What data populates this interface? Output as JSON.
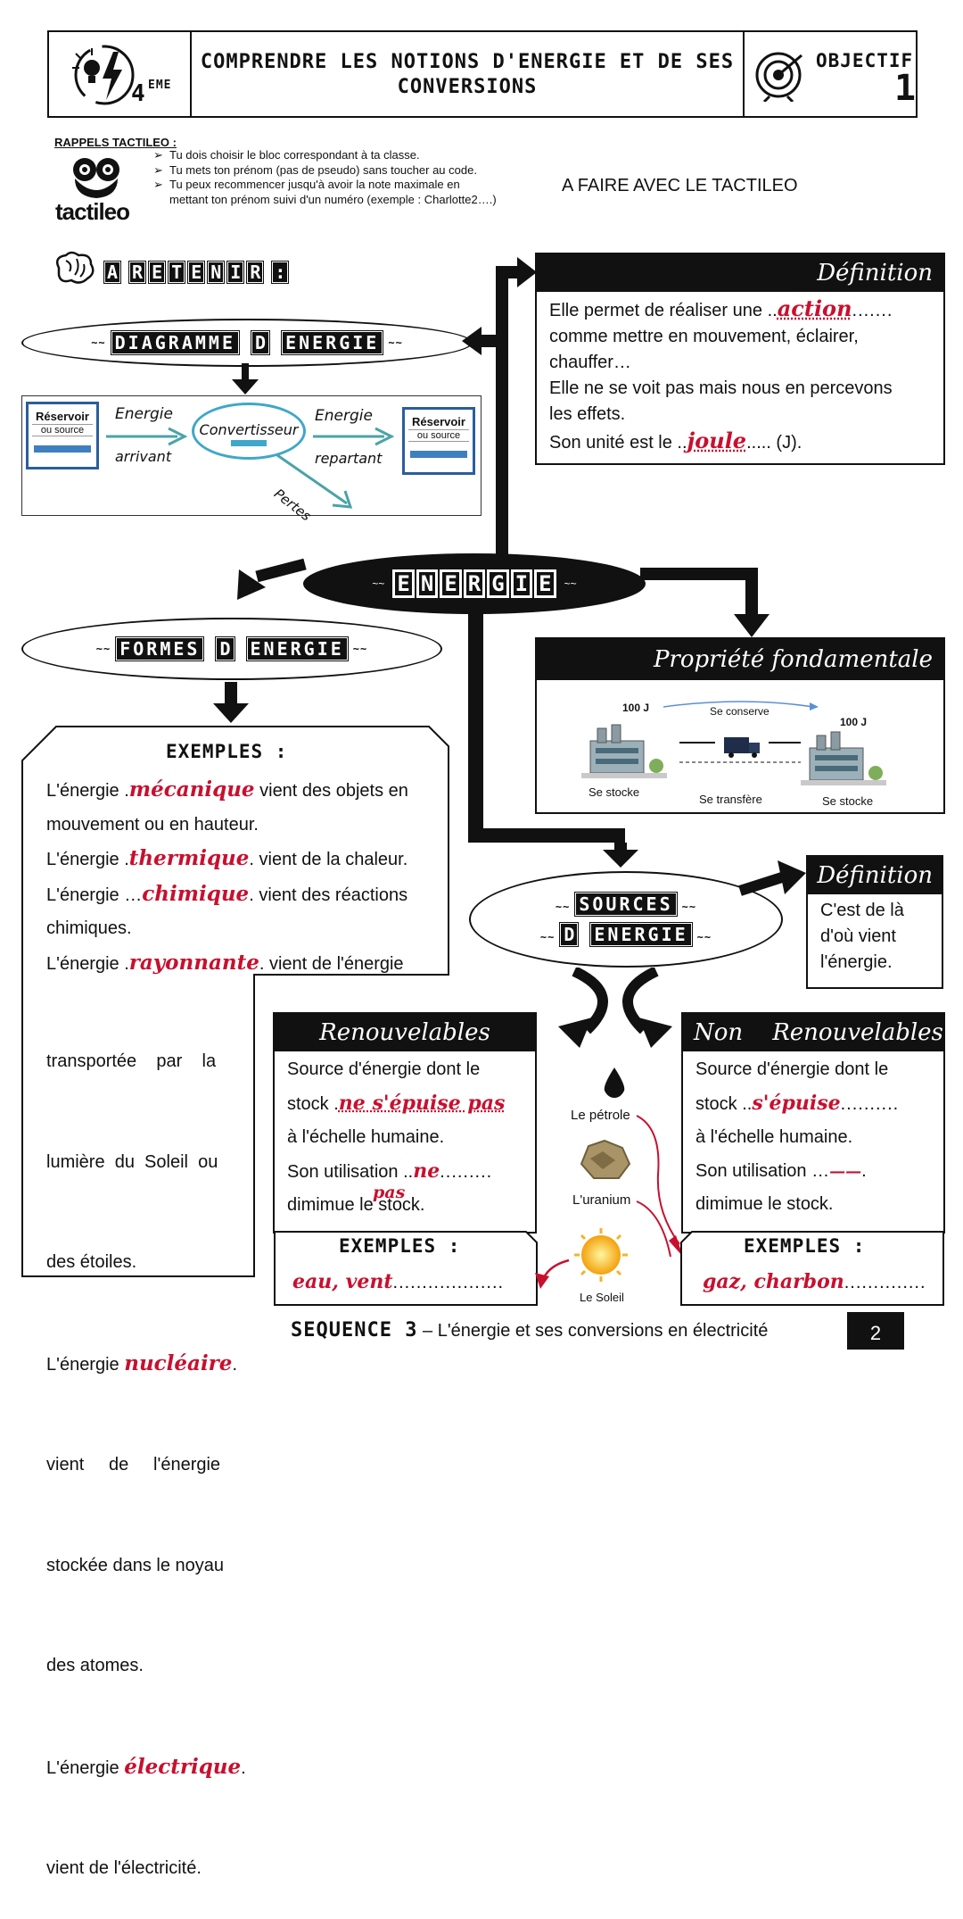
{
  "header": {
    "level": "4",
    "level_sup": "EME",
    "title_line1": "COMPRENDRE LES NOTIONS D'ENERGIE ET DE SES",
    "title_line2": "CONVERSIONS",
    "objective_label": "OBJECTIF",
    "objective_num": "1"
  },
  "tactileo": {
    "heading": "RAPPELS TACTILEO :",
    "logo_text": "tactileo",
    "bullets": [
      "Tu dois choisir le bloc correspondant à ta classe.",
      "Tu mets ton prénom (pas de pseudo) sans toucher au code.",
      "Tu peux recommencer jusqu'à avoir la note maximale en mettant ton prénom suivi d'un numéro (exemple : Charlotte2….)"
    ],
    "todo": "A FAIRE AVEC LE TACTILEO"
  },
  "retenir": "A RETENIR :",
  "diagramme": {
    "title": [
      "DIAGRAMME",
      "D",
      "ENERGIE"
    ],
    "reservoir1": "Réservoir",
    "source1": "ou source",
    "energie_in": "Energie",
    "arrivant": "arrivant",
    "convertisseur": "Convertisseur",
    "energie_out": "Energie",
    "repartant": "repartant",
    "reservoir2": "Réservoir",
    "source2": "ou source",
    "pertes": "Pertes"
  },
  "definition1": {
    "head": "Définition",
    "l1a": "Elle permet de réaliser une ..",
    "l1ans": "action",
    "l1b": ".......",
    "l2": "comme mettre en mouvement, éclairer,",
    "l3": "chauffer…",
    "l4": "Elle ne se voit pas mais nous en percevons",
    "l5": "les effets.",
    "l6a": "Son unité est le ..",
    "l6ans": "joule",
    "l6b": "..... (J)."
  },
  "energie_center": "ENERGIE",
  "formes": {
    "title": [
      "FORMES",
      "D",
      "ENERGIE"
    ],
    "exemples": "EXEMPLES :",
    "lines": [
      {
        "pre": "L'énergie .",
        "ans": "mécanique",
        "post": " vient des objets en"
      },
      {
        "pre": "mouvement ou en hauteur.",
        "ans": "",
        "post": ""
      },
      {
        "pre": "L'énergie .",
        "ans": "thermique",
        "post": ". vient de la chaleur."
      },
      {
        "pre": "L'énergie …",
        "ans": "chimique",
        "post": ". vient des réactions"
      },
      {
        "pre": "chimiques.",
        "ans": "",
        "post": ""
      },
      {
        "pre": "L'énergie .",
        "ans": "rayonnante",
        "post": ". vient de l'énergie"
      }
    ],
    "lower": [
      {
        "pre": "transportée    par    la",
        "ans": "",
        "post": ""
      },
      {
        "pre": "lumière  du  Soleil  ou",
        "ans": "",
        "post": ""
      },
      {
        "pre": "des étoiles.",
        "ans": "",
        "post": ""
      },
      {
        "pre": "L'énergie ",
        "ans": "nucléaire",
        "post": "."
      },
      {
        "pre": "vient     de     l'énergie",
        "ans": "",
        "post": ""
      },
      {
        "pre": "stockée dans le noyau",
        "ans": "",
        "post": ""
      },
      {
        "pre": "des atomes.",
        "ans": "",
        "post": ""
      },
      {
        "pre": "L'énergie ",
        "ans": "électrique",
        "post": "."
      },
      {
        "pre": "vient de l'électricité.",
        "ans": "",
        "post": ""
      }
    ]
  },
  "propriete": {
    "head": "Propriété fondamentale",
    "j1": "100 J",
    "conserve": "Se conserve",
    "j2": "100 J",
    "stocke1": "Se stocke",
    "transfere": "Se transfère",
    "stocke2": "Se stocke"
  },
  "sources": {
    "title1": "SOURCES",
    "title2": [
      "D",
      "ENERGIE"
    ]
  },
  "definition2": {
    "head": "Définition",
    "l1": "C'est de là",
    "l2": "d'où vient",
    "l3": "l'énergie."
  },
  "renouvelables": {
    "head": "Renouvelables",
    "l1": "Source d'énergie dont le",
    "l2a": "stock .",
    "l2ans": "ne s'épuise pas",
    "l3": "à l'échelle humaine.",
    "l4a": "Son utilisation ..",
    "l4ans": "ne",
    "l4b": ".........",
    "l5": "dimimue le stock.",
    "l5ans": "pas",
    "exemples": "EXEMPLES :",
    "exans": "eau, vent",
    "exdots": "..................."
  },
  "non_renouvelables": {
    "head": "Non    Renouvelables",
    "l1": "Source d'énergie dont le",
    "l2a": "stock ..",
    "l2ans": "s'épuise",
    "l2b": "..........",
    "l3": "à l'échelle humaine.",
    "l4a": "Son utilisation …",
    "l4ans": "——",
    "l4b": ".",
    "l5": "dimimue le stock.",
    "exemples": "EXEMPLES :",
    "exans": "gaz, charbon",
    "exdots": ".............."
  },
  "resources": {
    "petrole": "Le pétrole",
    "uranium": "L'uranium",
    "soleil": "Le Soleil"
  },
  "footer": {
    "sequence": "SEQUENCE 3",
    "text": " – L'énergie et ses conversions en électricité",
    "page": "2"
  }
}
